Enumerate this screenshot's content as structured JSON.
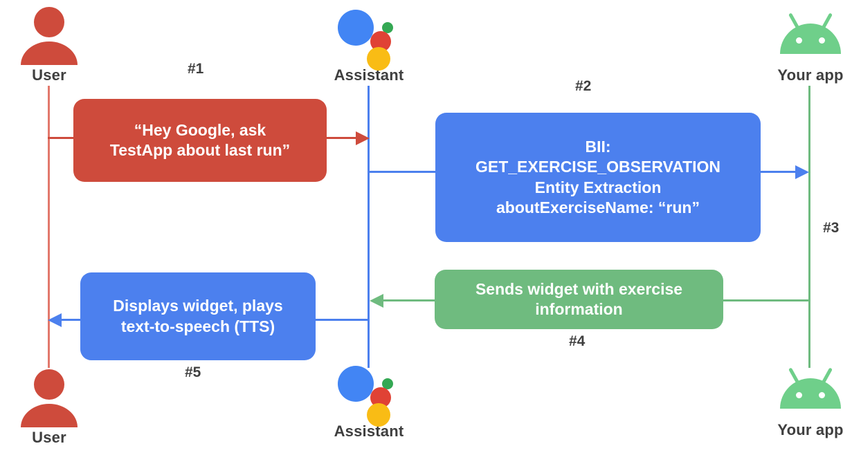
{
  "diagram": {
    "title": "Google Assistant App Actions sequence diagram",
    "colors": {
      "red": "#ce4b3c",
      "blue": "#4c80ee",
      "green": "#6fbb7f",
      "android_green": "#6fcf8a",
      "text_dark": "#3f3f3f",
      "background": "#ffffff"
    }
  },
  "actors": {
    "user_top": {
      "label": "User",
      "icon": "user-icon"
    },
    "assistant_top": {
      "label": "Assistant",
      "icon": "google-assistant-icon"
    },
    "app_top": {
      "label": "Your app",
      "icon": "android-icon"
    },
    "user_bottom": {
      "label": "User",
      "icon": "user-icon"
    },
    "assistant_bottom": {
      "label": "Assistant",
      "icon": "google-assistant-icon"
    },
    "app_bottom": {
      "label": "Your app",
      "icon": "android-icon"
    }
  },
  "steps": [
    {
      "number": "#1",
      "color": "red",
      "text": "“Hey Google, ask TestApp about last run”",
      "lines": [
        "“Hey Google, ask",
        "TestApp about last run”"
      ],
      "from": "User",
      "to": "Assistant"
    },
    {
      "number": "#2",
      "color": "blue",
      "text": "BII: GET_EXERCISE_OBSERVATION Entity Extraction aboutExerciseName: “run”",
      "lines": [
        "BII:",
        "GET_EXERCISE_OBSERVATION",
        "Entity Extraction",
        "aboutExerciseName: “run”"
      ],
      "from": "Assistant",
      "to": "Your app"
    },
    {
      "number": "#3",
      "color": "blue",
      "text": "",
      "lines": [],
      "from": "Assistant",
      "to": "Your app"
    },
    {
      "number": "#4",
      "color": "green",
      "text": "Sends widget with exercise information",
      "lines": [
        "Sends widget with exercise",
        "information"
      ],
      "from": "Your app",
      "to": "Assistant"
    },
    {
      "number": "#5",
      "color": "blue",
      "text": "Displays widget, plays text-to-speech (TTS)",
      "lines": [
        "Displays widget, plays",
        "text-to-speech (TTS)"
      ],
      "from": "Assistant",
      "to": "User"
    }
  ]
}
